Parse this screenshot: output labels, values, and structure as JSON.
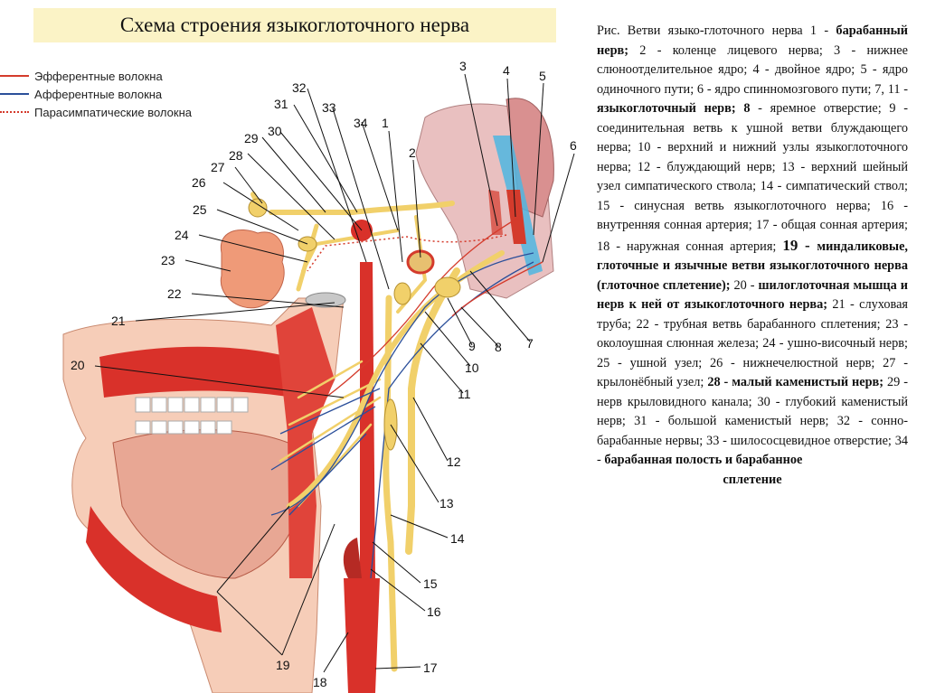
{
  "title": "Схема строения языкоглоточного нерва",
  "legend": [
    {
      "label": "Эфферентные волокна",
      "color": "#d43b2c",
      "style": "solid"
    },
    {
      "label": "Афферентные волокна",
      "color": "#2b4f9a",
      "style": "solid"
    },
    {
      "label": "Парасимпатические волокна",
      "color": "#d43b2c",
      "style": "dotted"
    }
  ],
  "numbers": [
    "1",
    "2",
    "3",
    "4",
    "5",
    "6",
    "7",
    "8",
    "9",
    "10",
    "11",
    "12",
    "13",
    "14",
    "15",
    "16",
    "17",
    "18",
    "19",
    "20",
    "21",
    "22",
    "23",
    "24",
    "25",
    "26",
    "27",
    "28",
    "29",
    "30",
    "31",
    "32",
    "33",
    "34"
  ],
  "caption": {
    "c01": "Рис.   Ветви языко-глоточного нерва 1 - ",
    "c02": "барабанный нерв;",
    "c03": " 2 - коленце лицевого нерва; 3 - нижнее слюноотделительное ядро; 4 - двойное ядро; 5 - ядро одиночного пути; 6 - ядро спинномозгового пути; 7, 11 - ",
    "c04": "языкоглоточный нерв;",
    "c05": " ",
    "c06": "8",
    "c07": " - яремное отверстие; 9 - соединительная ветвь к ушной ветви блуждающего нерва; 10 - верхний и нижний узлы языкоглоточного нерва; 12 - блуждающий нерв; 13 - верхний шейный узел симпатического ствола; 14 - симпатический ствол; 15 - синусная ветвь языкоглоточного нерва; 16 - внутренняя сонная артерия; 17 - общая сонная артерия; 18 - наружная сонная артерия; ",
    "c08": "19 - ",
    "c09": "миндаликовые, глоточные и язычные ветви языкоглоточного нерва (глоточное сплетение);",
    "c10": " 20 - ",
    "c11": "шилоглоточная мышца и нерв к ней от языкоглоточного нерва;",
    "c12": " 21 - слуховая труба; 22 - трубная ветвь барабанного сплетения; 23 - околоушная слюнная железа; 24 - ушно-височный нерв; 25 - ушной узел; 26 - нижнечелюстной нерв; 27 - крылонёбный узел; ",
    "c13": "28 - малый каменистый нерв;",
    "c14": " 29 - нерв крыловидного канала; 30 - глубокий каменистый нерв; 31 - большой каменистый нерв; 32 - сонно-барабанные нервы; 33 - шилососцевидное отверстие; 34 - ",
    "c15": "барабанная полость и барабанное",
    "c16": "сплетение"
  }
}
